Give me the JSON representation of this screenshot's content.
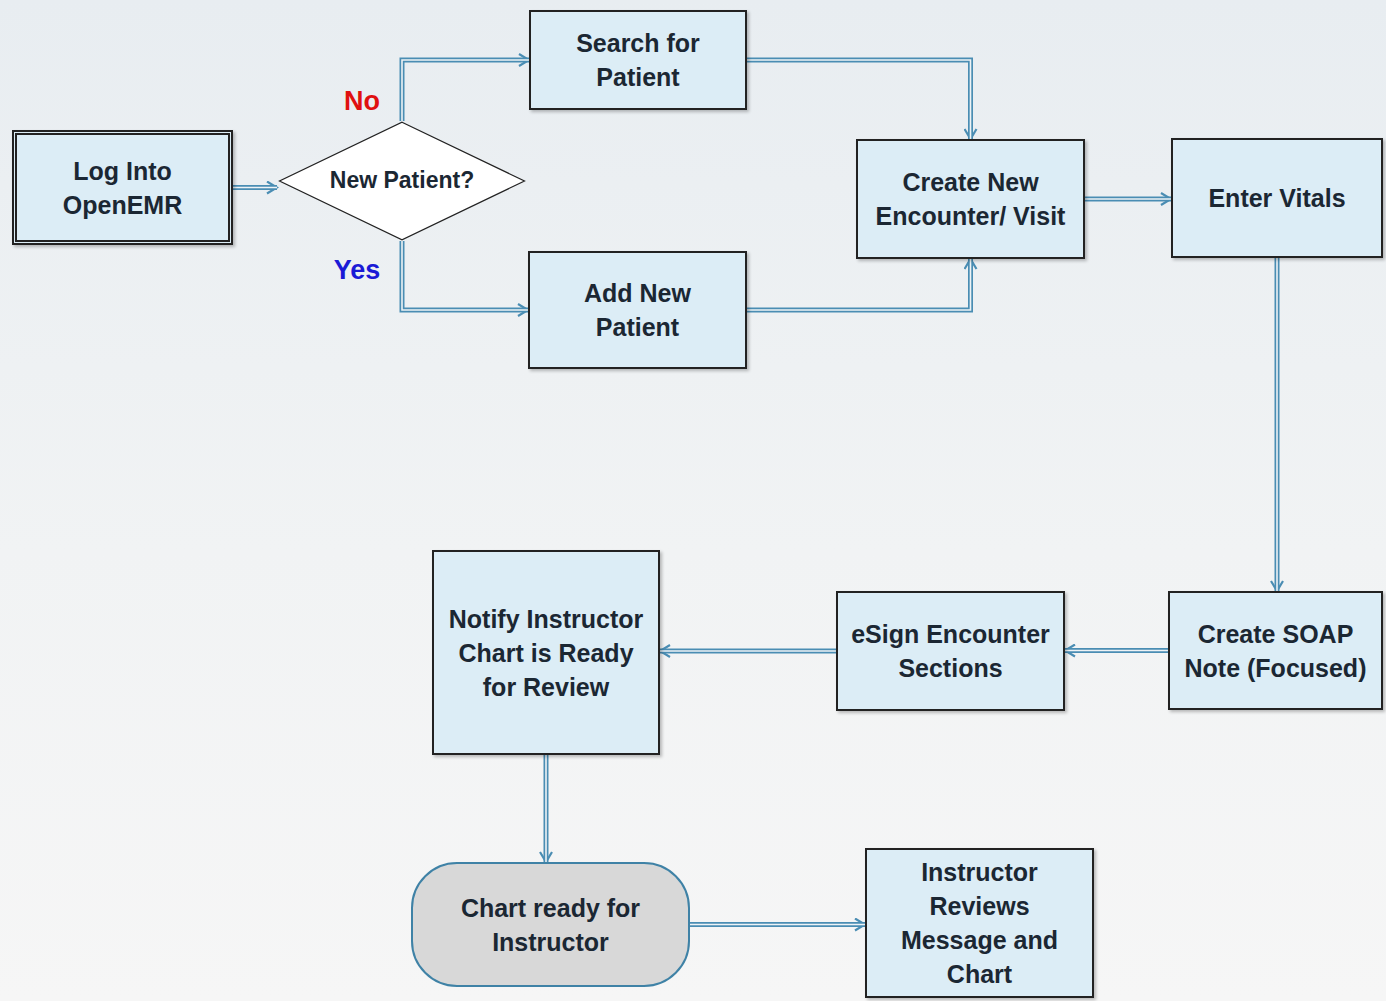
{
  "diagram": {
    "nodes": [
      {
        "text": [
          "Log Into OpenEMR"
        ]
      },
      {
        "text": [
          "New Patient?"
        ]
      },
      {
        "text": [
          "Search for Patient"
        ]
      },
      {
        "text": [
          "Add New Patient"
        ]
      },
      {
        "text": [
          "Create New Encounter/ Visit"
        ]
      },
      {
        "text": [
          "Enter Vitals"
        ]
      },
      {
        "text": [
          "Create SOAP Note (Focused)"
        ]
      },
      {
        "text": [
          "eSign Encounter Sections"
        ]
      },
      {
        "text": [
          "Notify Instructor Chart is Ready for Review"
        ]
      },
      {
        "text": [
          "Chart ready for Instructor"
        ]
      },
      {
        "text": [
          "Instructor Reviews Message and Chart"
        ]
      }
    ],
    "edges": [
      {
        "from": 0,
        "to": 1,
        "arrow": "to"
      },
      {
        "from": 1,
        "to": 2,
        "label": "No",
        "arrow": "to"
      },
      {
        "from": 1,
        "to": 3,
        "label": "Yes",
        "arrow": "to"
      },
      {
        "from": 2,
        "to": 4,
        "arrow": "to"
      },
      {
        "from": 3,
        "to": 4,
        "arrow": "to"
      },
      {
        "from": 4,
        "to": 5,
        "arrow": "to"
      },
      {
        "from": 5,
        "to": 6,
        "arrow": "to"
      },
      {
        "from": 6,
        "to": 7,
        "arrow": "to"
      },
      {
        "from": 7,
        "to": 8,
        "arrow": "to"
      },
      {
        "from": 8,
        "to": 9,
        "arrow": "to"
      },
      {
        "from": 9,
        "to": 10,
        "arrow": "to"
      }
    ]
  }
}
